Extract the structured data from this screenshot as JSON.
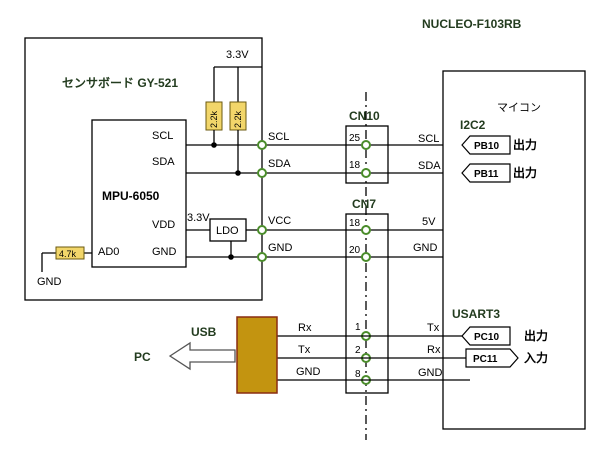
{
  "board_title": "NUCLEO-F103RB",
  "sensor": {
    "title": "センサボード GY-521",
    "chip": "MPU-6050",
    "pins": {
      "scl": "SCL",
      "sda": "SDA",
      "vdd": "VDD",
      "gnd": "GND",
      "ad0": "AD0"
    },
    "ad0_resistor": "4.7k",
    "ad0_gnd": "GND",
    "pullup_voltage": "3.3V",
    "pullup_r1": "2.2k",
    "pullup_r2": "2.2k",
    "ldo_in": "3.3V",
    "ldo": "LDO"
  },
  "signals": {
    "scl": "SCL",
    "sda": "SDA",
    "vcc": "VCC",
    "gnd": "GND"
  },
  "connectors": {
    "cn10": {
      "label": "CN10",
      "pin_scl": "25",
      "pin_sda": "18"
    },
    "cn7": {
      "label": "CN7",
      "pin_vcc": "18",
      "pin_gnd": "20",
      "pin_rx": "1",
      "pin_tx": "2",
      "pin_gnd2": "8"
    }
  },
  "mcu": {
    "title": "マイコン",
    "i2c_label": "I2C2",
    "scl": "SCL",
    "sda": "SDA",
    "v5": "5V",
    "gnd": "GND",
    "pb10": "PB10",
    "pb11": "PB11",
    "out1": "出力",
    "out2": "出力",
    "usart_label": "USART3",
    "tx": "Tx",
    "rx": "Rx",
    "gnd2": "GND",
    "pc10": "PC10",
    "pc11": "PC11",
    "out3": "出力",
    "in1": "入力"
  },
  "usb": {
    "label": "USB",
    "pc": "PC",
    "rx": "Rx",
    "tx": "Tx",
    "gnd": "GND"
  },
  "colors": {
    "label_green": "#233c1f",
    "node_green": "#4a8c2a",
    "resistor": "#f2d66a",
    "usb": "#c39410"
  }
}
